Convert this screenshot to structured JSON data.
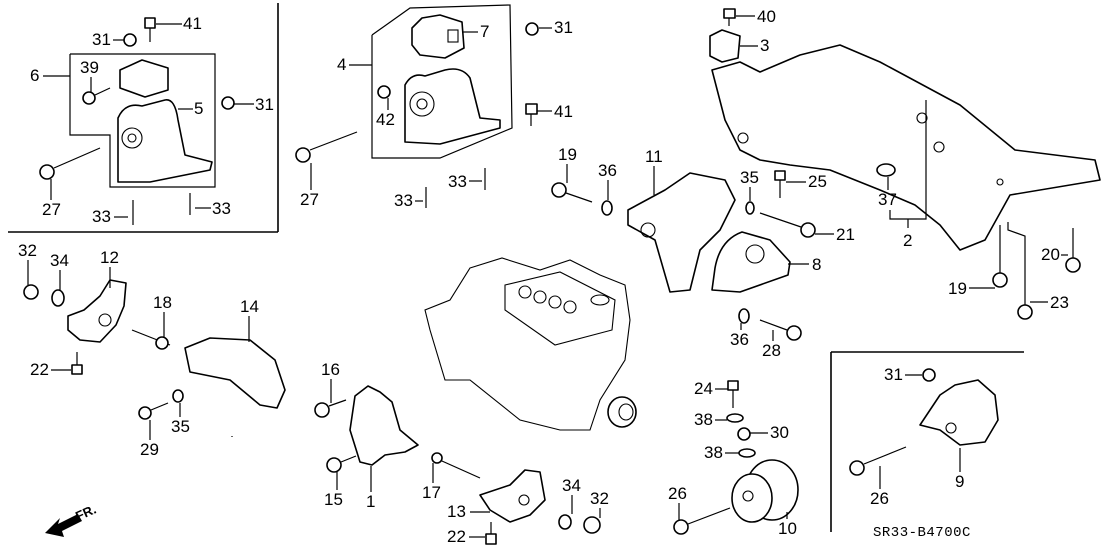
{
  "diagram": {
    "title": "Engine mount / front subframe exploded parts diagram",
    "code": "SR33-B4700C",
    "direction_label": "FR.",
    "callouts": [
      {
        "id": "c1",
        "num": "1"
      },
      {
        "id": "c2",
        "num": "2"
      },
      {
        "id": "c3",
        "num": "3"
      },
      {
        "id": "c4",
        "num": "4"
      },
      {
        "id": "c5",
        "num": "5"
      },
      {
        "id": "c6",
        "num": "6"
      },
      {
        "id": "c7",
        "num": "7"
      },
      {
        "id": "c8",
        "num": "8"
      },
      {
        "id": "c9",
        "num": "9"
      },
      {
        "id": "c10",
        "num": "10"
      },
      {
        "id": "c11",
        "num": "11"
      },
      {
        "id": "c12",
        "num": "12"
      },
      {
        "id": "c13",
        "num": "13"
      },
      {
        "id": "c14",
        "num": "14"
      },
      {
        "id": "c15",
        "num": "15"
      },
      {
        "id": "c16",
        "num": "16"
      },
      {
        "id": "c17",
        "num": "17"
      },
      {
        "id": "c18",
        "num": "18"
      },
      {
        "id": "c19a",
        "num": "19"
      },
      {
        "id": "c19b",
        "num": "19"
      },
      {
        "id": "c20",
        "num": "20"
      },
      {
        "id": "c21",
        "num": "21"
      },
      {
        "id": "c22a",
        "num": "22"
      },
      {
        "id": "c22b",
        "num": "22"
      },
      {
        "id": "c23",
        "num": "23"
      },
      {
        "id": "c24",
        "num": "24"
      },
      {
        "id": "c25",
        "num": "25"
      },
      {
        "id": "c26a",
        "num": "26"
      },
      {
        "id": "c26b",
        "num": "26"
      },
      {
        "id": "c27a",
        "num": "27"
      },
      {
        "id": "c27b",
        "num": "27"
      },
      {
        "id": "c28",
        "num": "28"
      },
      {
        "id": "c29",
        "num": "29"
      },
      {
        "id": "c30",
        "num": "30"
      },
      {
        "id": "c31a",
        "num": "31"
      },
      {
        "id": "c31b",
        "num": "31"
      },
      {
        "id": "c31c",
        "num": "31"
      },
      {
        "id": "c31d",
        "num": "31"
      },
      {
        "id": "c32a",
        "num": "32"
      },
      {
        "id": "c32b",
        "num": "32"
      },
      {
        "id": "c33a",
        "num": "33"
      },
      {
        "id": "c33b",
        "num": "33"
      },
      {
        "id": "c33c",
        "num": "33"
      },
      {
        "id": "c33d",
        "num": "33"
      },
      {
        "id": "c34a",
        "num": "34"
      },
      {
        "id": "c34b",
        "num": "34"
      },
      {
        "id": "c35a",
        "num": "35"
      },
      {
        "id": "c35b",
        "num": "35"
      },
      {
        "id": "c36a",
        "num": "36"
      },
      {
        "id": "c36b",
        "num": "36"
      },
      {
        "id": "c37",
        "num": "37"
      },
      {
        "id": "c38a",
        "num": "38"
      },
      {
        "id": "c38b",
        "num": "38"
      },
      {
        "id": "c39",
        "num": "39"
      },
      {
        "id": "c40",
        "num": "40"
      },
      {
        "id": "c41a",
        "num": "41"
      },
      {
        "id": "c41b",
        "num": "41"
      },
      {
        "id": "c42",
        "num": "42"
      }
    ]
  }
}
